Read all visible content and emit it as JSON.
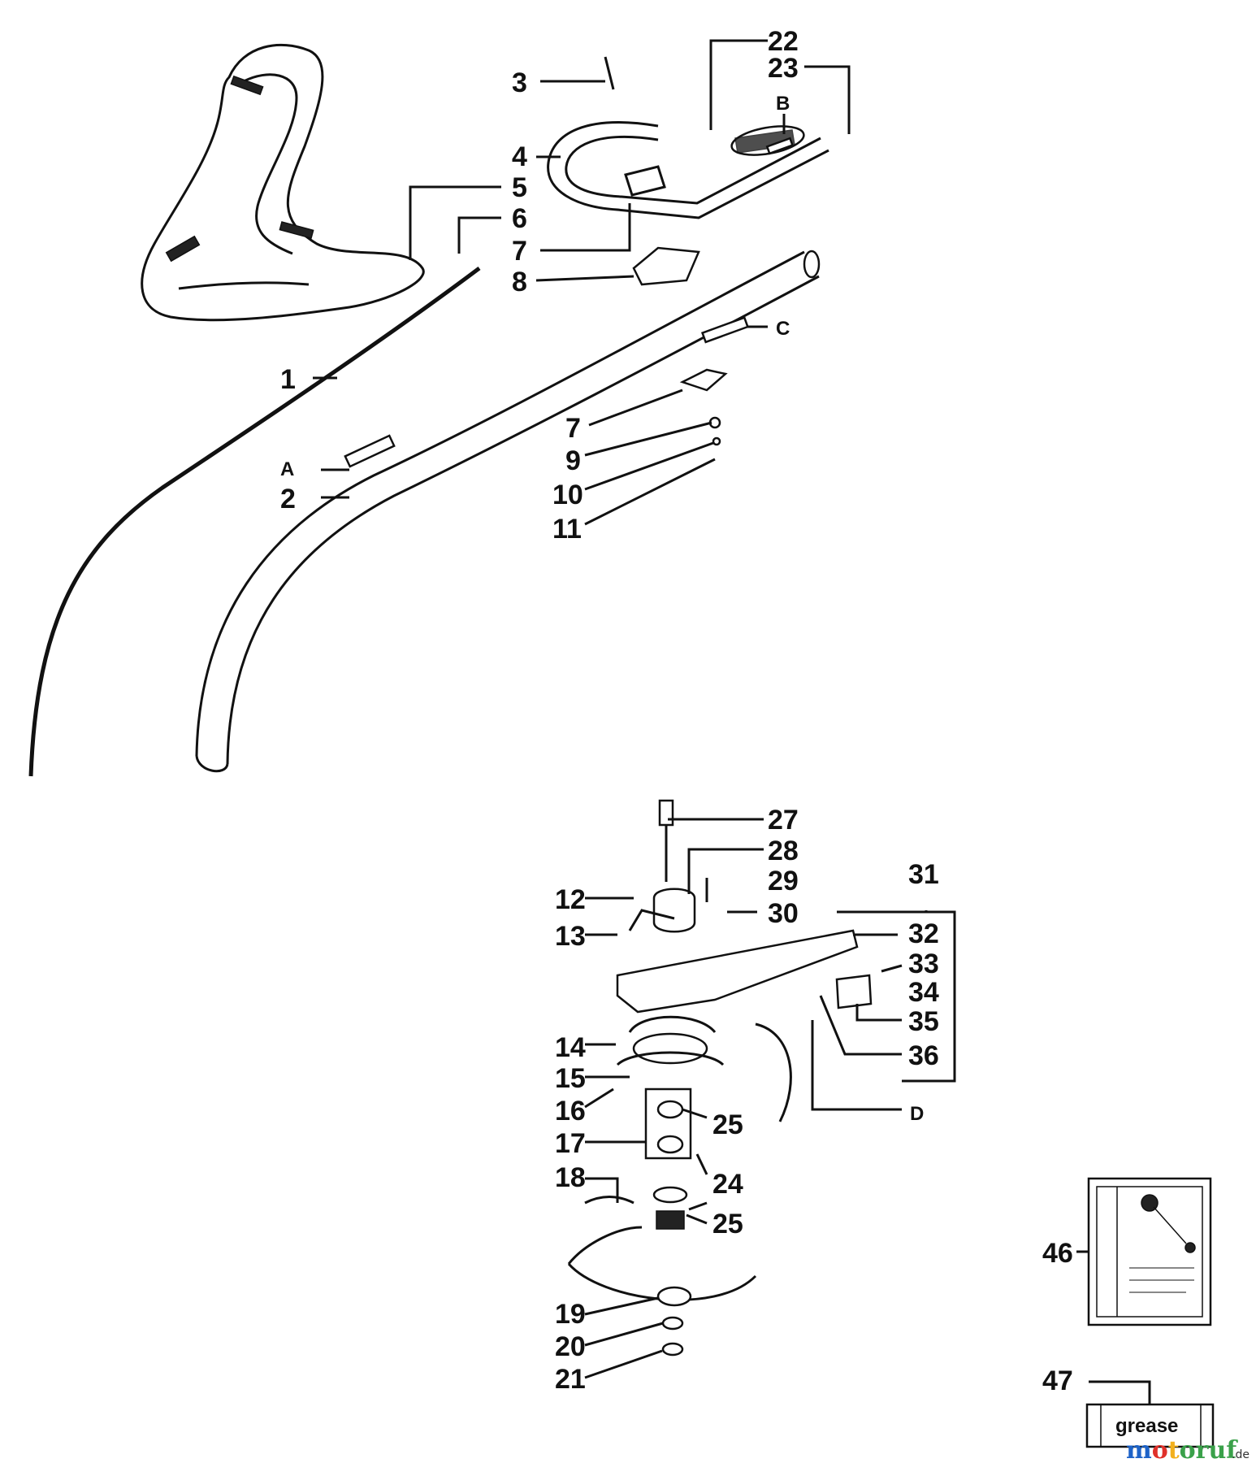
{
  "callouts": [
    "1",
    "2",
    "3",
    "4",
    "5",
    "6",
    "7",
    "7",
    "8",
    "9",
    "10",
    "11",
    "12",
    "13",
    "14",
    "15",
    "16",
    "17",
    "18",
    "19",
    "20",
    "21",
    "22",
    "23",
    "24",
    "25",
    "25",
    "27",
    "28",
    "29",
    "30",
    "31",
    "32",
    "33",
    "34",
    "35",
    "36",
    "46",
    "47"
  ],
  "letters": [
    "A",
    "B",
    "C",
    "D"
  ],
  "grease_label": "grease",
  "watermark": {
    "brand": "motoruf",
    "suffix": ".de"
  },
  "colors": {
    "line": "#111111",
    "background": "#ffffff",
    "watermark_m": "#1e63c8",
    "watermark_o": "#e0312b",
    "watermark_t": "#f2b01e",
    "watermark_rest": "#3aa14a"
  }
}
